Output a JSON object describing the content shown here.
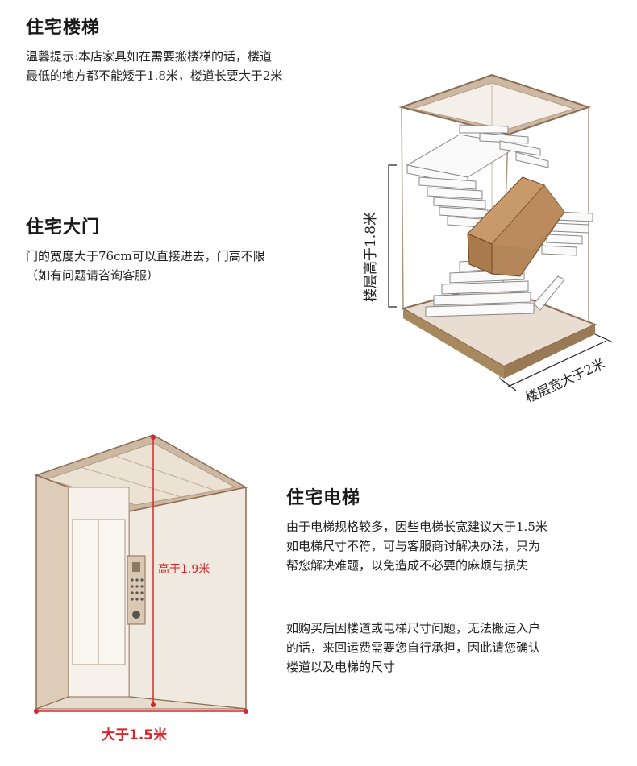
{
  "stairs": {
    "title": "住宅楼梯",
    "lines": [
      "温馨提示:本店家具如在需要搬楼梯的话，楼道",
      "最低的地方都不能矮于1.8米，楼道长要大于2米"
    ],
    "height_label": "楼层高于1.8米",
    "width_label": "楼层宽大于2米"
  },
  "door": {
    "title": "住宅大门",
    "lines": [
      "门的宽度大于76cm可以直接进去，门高不限",
      "（如有问题请咨询客服）"
    ]
  },
  "elevator": {
    "title": "住宅电梯",
    "lines": [
      "由于电梯规格较多，因些电梯长宽建议大于1.5米",
      "如电梯尺寸不符，可与客服商讨解决办法，只为",
      "帮您解决难题，以免造成不必要的麻烦与损失"
    ],
    "height_label": "高于1.9米",
    "width_label": "大于1.5米"
  },
  "notice": {
    "lines": [
      "如购买后因楼道或电梯尺寸问题，无法搬运入户",
      "的话，来回运费需要您自行承担，因此请您确认",
      "楼道以及电梯的尺寸"
    ]
  },
  "colors": {
    "accent_red": "#d9252a",
    "box_brown": "#b08155",
    "frame_tan": "#c9b39a"
  }
}
